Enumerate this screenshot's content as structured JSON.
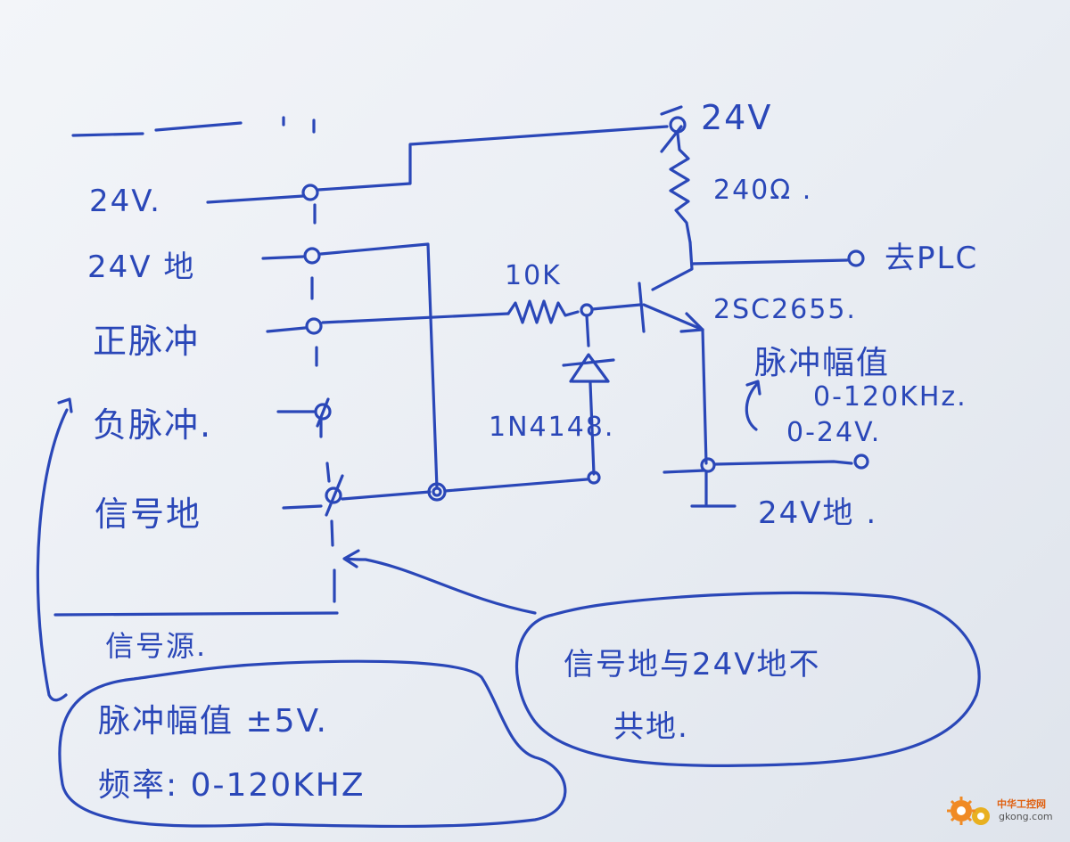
{
  "colors": {
    "ink": "#2a47b8",
    "paper": "#eef1f6"
  },
  "terminals": {
    "t24v": "24V.",
    "t24v_gnd": "24V 地",
    "pos_pulse": "正脉冲",
    "neg_pulse": "负脉冲.",
    "sig_gnd": "信号地"
  },
  "signal_source": "信号源.",
  "source_note": {
    "line1": "脉冲幅值 ±5V.",
    "line2": "频率: 0-120KHZ"
  },
  "ground_note": {
    "line1": "信号地与24V地不",
    "line2": "共地."
  },
  "components": {
    "supply": "24V",
    "resistor_pullup": "240Ω .",
    "to_plc": "去PLC",
    "resistor_base": "10K",
    "transistor": "2SC2655.",
    "diode": "1N4148.",
    "output_gnd": "24V地 ."
  },
  "output_spec": {
    "title": "脉冲幅值",
    "freq": "0-120KHz.",
    "amp": "0-24V."
  },
  "watermark": {
    "cn": "中华工控网",
    "url": "gkong.com"
  }
}
